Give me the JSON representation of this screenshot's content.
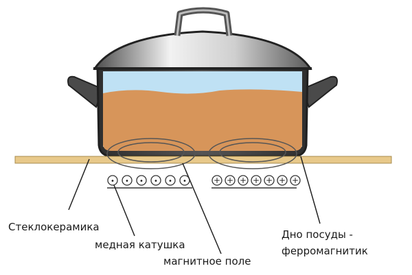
{
  "labels": {
    "glass_ceramic": "Стеклокерамика",
    "copper_coil": "медная катушка",
    "magnetic_field": "магнитное поле",
    "pot_bottom_line1": "Дно посуды -",
    "pot_bottom_line2": "ферромагнитик"
  },
  "coil_left_symbols": [
    "•",
    "•",
    "•",
    "•",
    "•",
    "•"
  ],
  "coil_right_symbols": [
    "+",
    "+",
    "+",
    "+",
    "+",
    "+",
    "+"
  ],
  "colors": {
    "glass_ceramic": "#e8c98a",
    "food": "#d7955a",
    "water": "#bfe1f4",
    "pot_dark": "#3c3c3c",
    "handle": "#4a4a4a"
  }
}
